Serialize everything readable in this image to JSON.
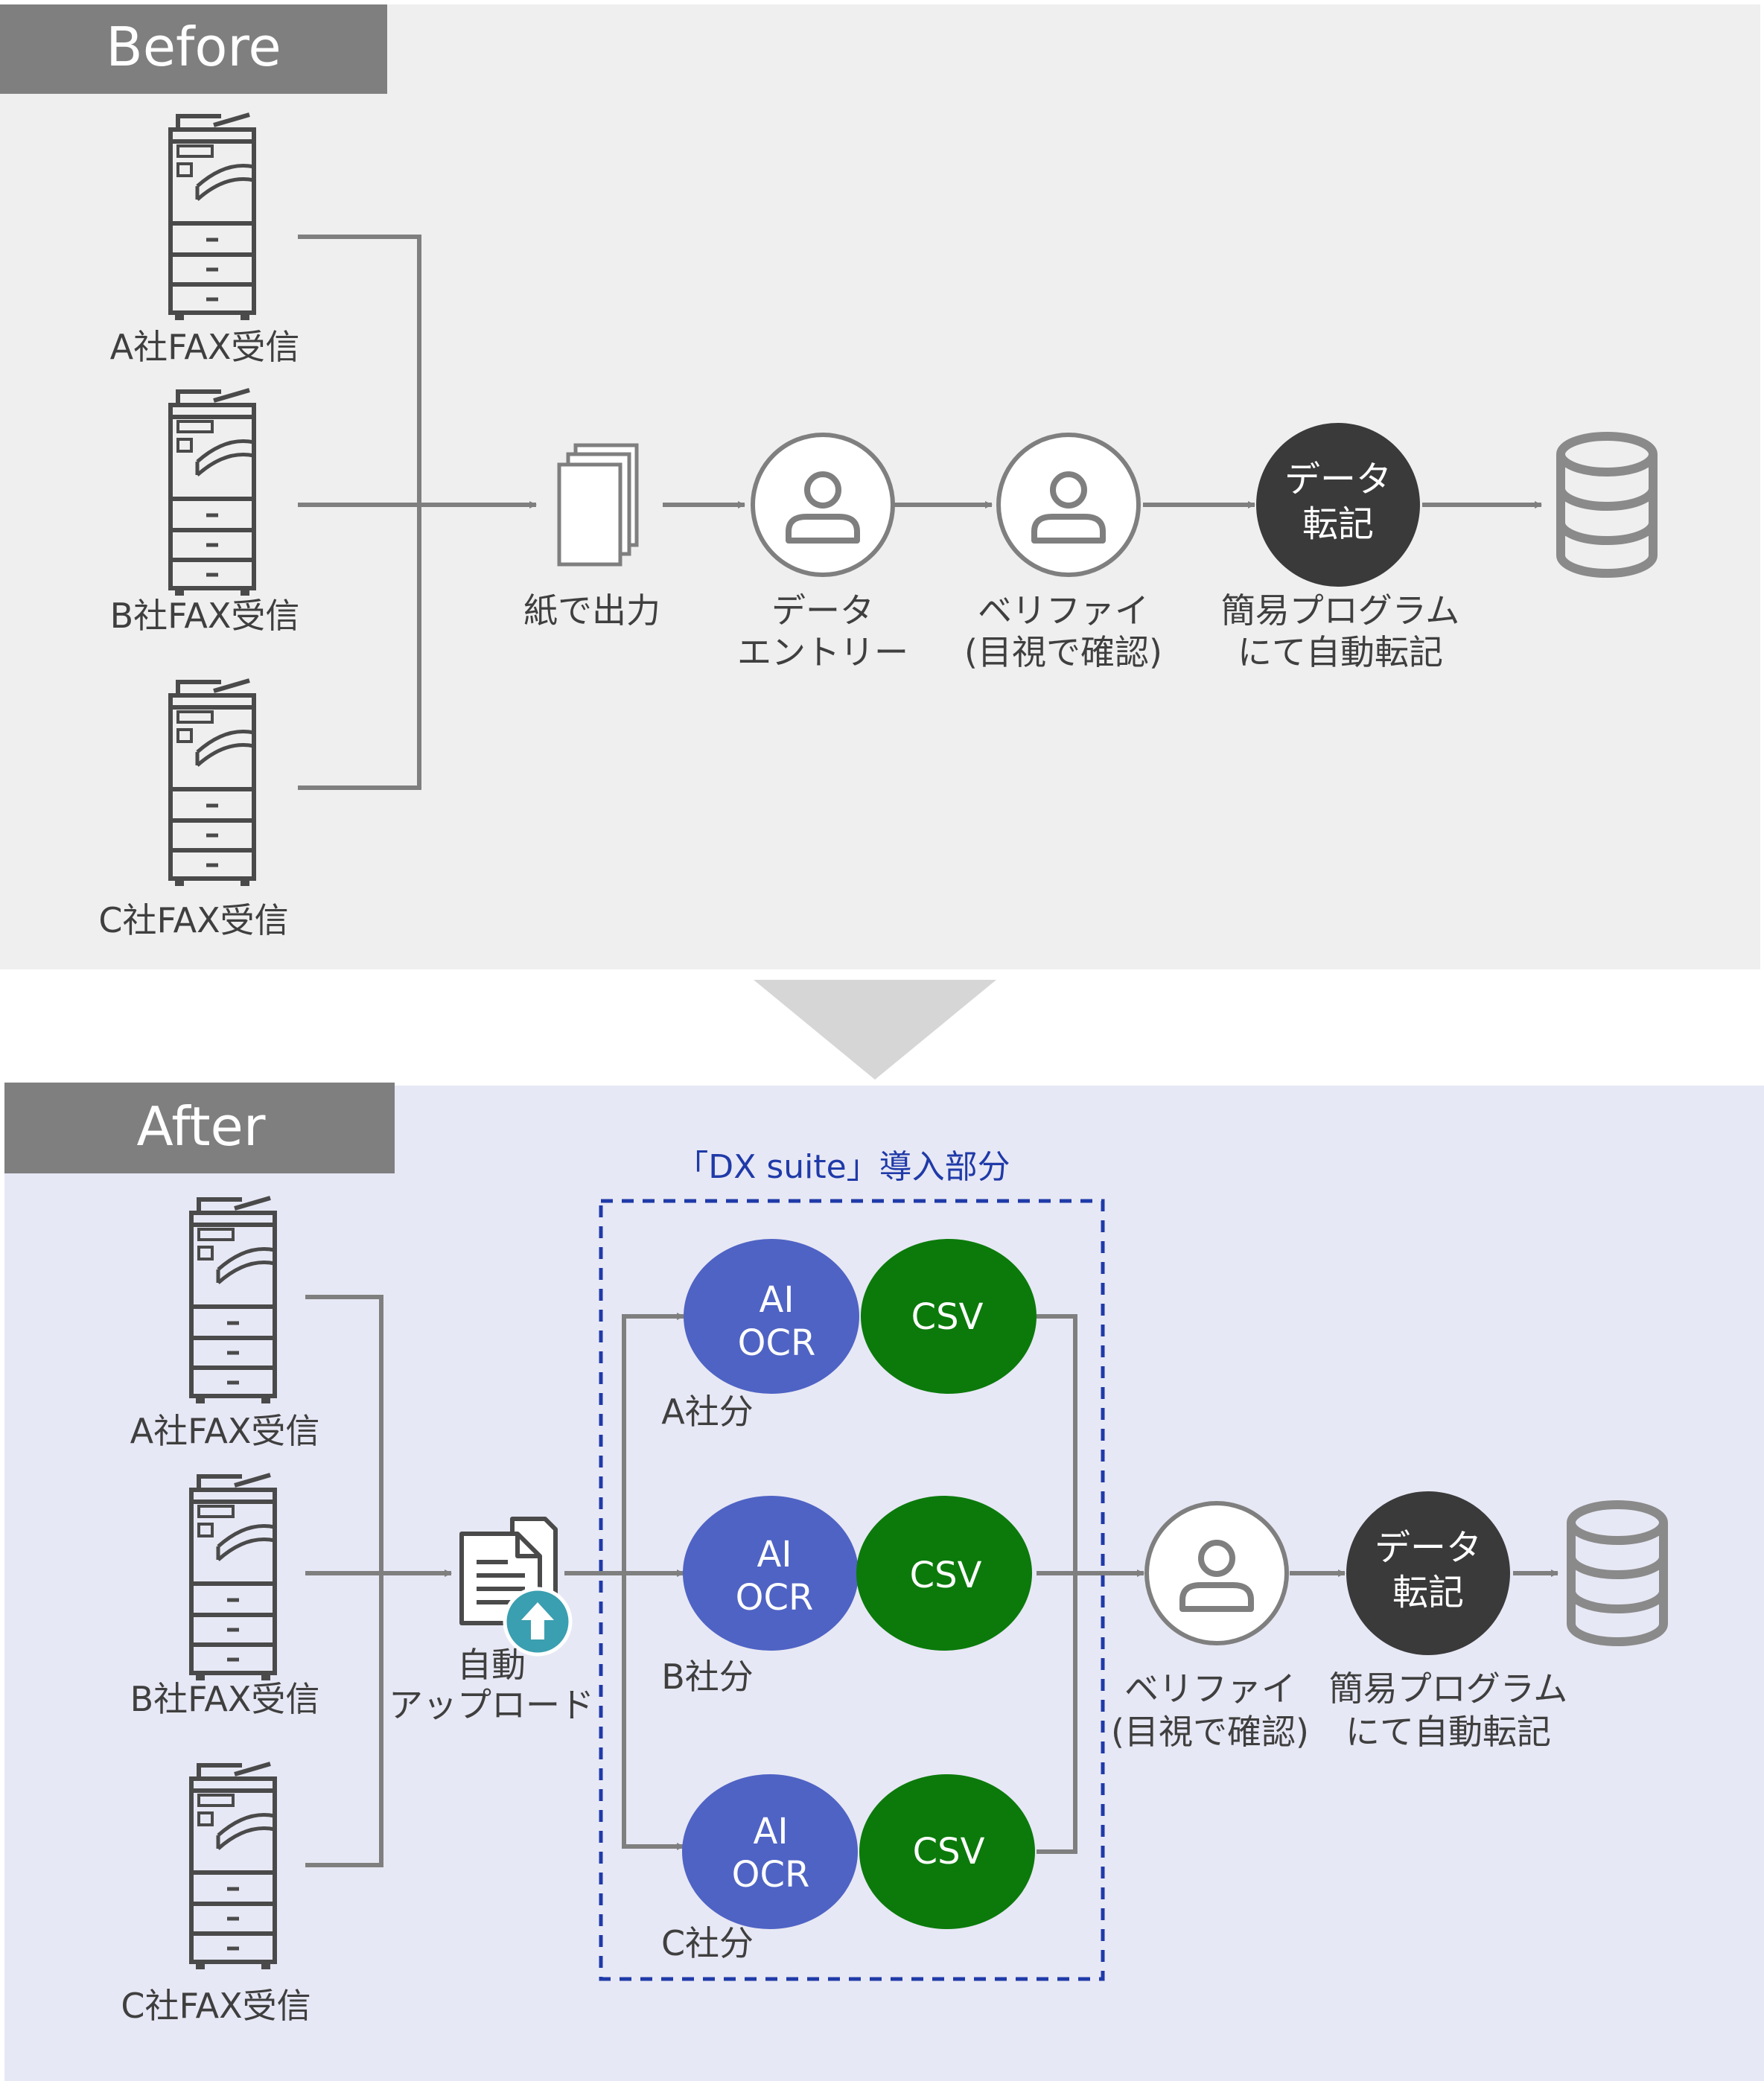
{
  "colors": {
    "before_bg": "#efefef",
    "after_bg": "#e7e8f5",
    "header_bg": "#7f7f7f",
    "line": "#7f7f7f",
    "icon": "#4a4a4a",
    "dark_circle": "#3a3a3a",
    "ai_ocr": "#4f63c4",
    "csv": "#0b7a0b",
    "dashed_box": "#1f3aa8",
    "upload_badge": "#3a9fb0"
  },
  "before": {
    "title": "Before",
    "fax": [
      {
        "label": "A社FAX受信",
        "icon": "printer-icon"
      },
      {
        "label": "B社FAX受信",
        "icon": "printer-icon"
      },
      {
        "label": "C社FAX受信",
        "icon": "printer-icon"
      }
    ],
    "steps": [
      {
        "icon": "document-stack-icon",
        "lines": [
          "紙で出力"
        ]
      },
      {
        "icon": "person-icon",
        "lines": [
          "データ",
          "エントリー"
        ]
      },
      {
        "icon": "person-icon",
        "lines": [
          "ベリファイ",
          "(目視で確認)"
        ]
      },
      {
        "circle": [
          "データ",
          "転記"
        ],
        "lines": [
          "簡易プログラム",
          "にて自動転記"
        ]
      },
      {
        "icon": "database-icon",
        "lines": []
      }
    ]
  },
  "after": {
    "title": "After",
    "fax": [
      {
        "label": "A社FAX受信",
        "icon": "printer-icon"
      },
      {
        "label": "B社FAX受信",
        "icon": "printer-icon"
      },
      {
        "label": "C社FAX受信",
        "icon": "printer-icon"
      }
    ],
    "upload": {
      "icon": "upload-document-icon",
      "lines": [
        "自動",
        "アップロード"
      ]
    },
    "suite_label": "「DX suite」導入部分",
    "rows": [
      {
        "ocr": [
          "AI",
          "OCR"
        ],
        "csv": "CSV",
        "label": "A社分"
      },
      {
        "ocr": [
          "AI",
          "OCR"
        ],
        "csv": "CSV",
        "label": "B社分"
      },
      {
        "ocr": [
          "AI",
          "OCR"
        ],
        "csv": "CSV",
        "label": "C社分"
      }
    ],
    "verify": {
      "icon": "person-icon",
      "lines": [
        "ベリファイ",
        "(目視で確認)"
      ]
    },
    "transfer": {
      "circle": [
        "データ",
        "転記"
      ],
      "lines": [
        "簡易プログラム",
        "にて自動転記"
      ]
    },
    "db": {
      "icon": "database-icon"
    }
  }
}
